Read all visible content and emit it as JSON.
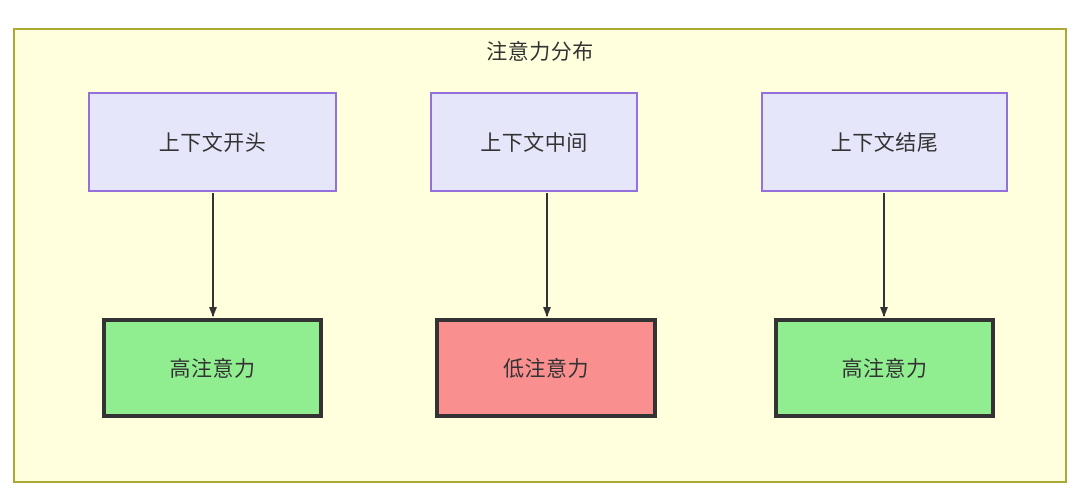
{
  "diagram": {
    "title": "注意力分布",
    "container": {
      "fill": "#ffffde",
      "border": "#aaaa33"
    },
    "palette": {
      "source_fill": "#e6e6fa",
      "source_border": "#9370db",
      "high_fill": "#90ee90",
      "low_fill": "#fa8f8f",
      "result_border": "#333333",
      "text": "#333333",
      "edge": "#333333"
    },
    "columns": [
      {
        "source_label": "上下文开头",
        "result_label": "高注意力",
        "result_level": "high"
      },
      {
        "source_label": "上下文中间",
        "result_label": "低注意力",
        "result_level": "low"
      },
      {
        "source_label": "上下文结尾",
        "result_label": "高注意力",
        "result_level": "high"
      }
    ]
  }
}
